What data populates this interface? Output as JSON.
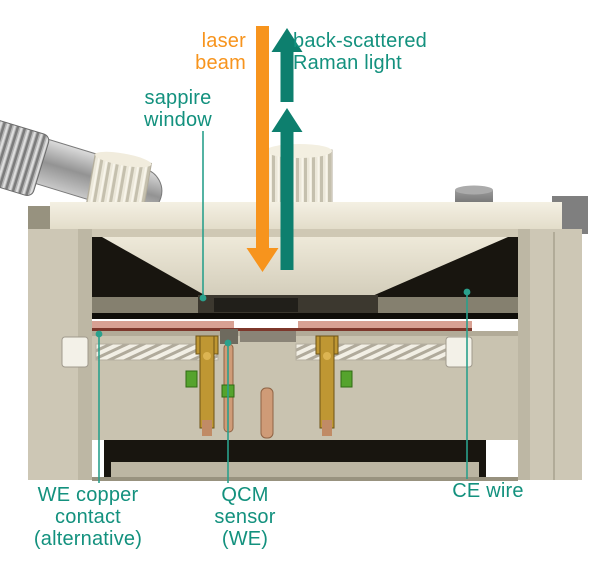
{
  "labels": {
    "laser_beam": "laser\nbeam",
    "raman_light": "back-scattered\nRaman light",
    "sapphire_window": "sappire\nwindow",
    "we_copper_contact": "WE copper\ncontact\n(alternative)",
    "qcm_sensor": "QCM\nsensor\n(WE)",
    "ce_wire": "CE wire"
  },
  "arrows": {
    "laser_beam": {
      "direction": "down",
      "color": "#f7941d"
    },
    "raman_light": {
      "direction": "up",
      "color": "#0d7f6e",
      "segments": 2
    }
  },
  "colors": {
    "laser_orange": "#f7941d",
    "raman_teal": "#0d7f6e",
    "label_teal": "#13917e",
    "leader_teal": "#2aa08c",
    "body_beige": "#cdc7b5",
    "body_cream": "#ece7d7",
    "cavity_dark": "#18150f",
    "copper_pink": "#d8a193",
    "brass_gold": "#bf9733",
    "green_accent": "#55a32d",
    "metal_gray": "#9e9e9e"
  }
}
